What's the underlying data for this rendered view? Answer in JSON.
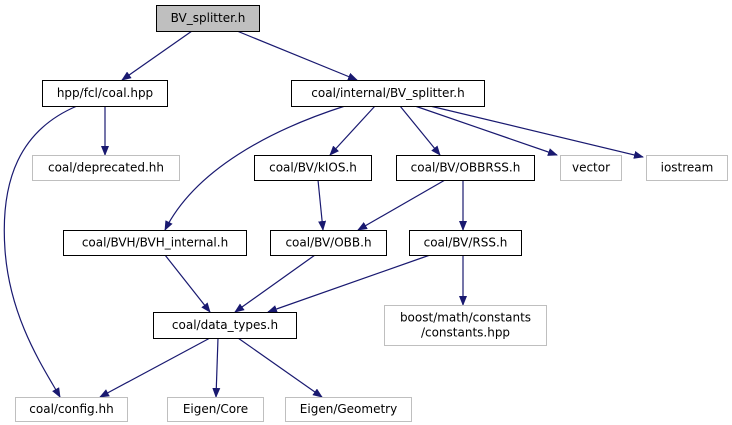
{
  "colors": {
    "edge": "#191970",
    "root_fill": "#bfbfbf",
    "node_border": "#000000",
    "external_border": "#bfbfbf"
  },
  "nodes": [
    {
      "id": "root",
      "lines": [
        "BV_splitter.h"
      ],
      "kind": "root"
    },
    {
      "id": "coal_hpp",
      "lines": [
        "hpp/fcl/coal.hpp"
      ],
      "kind": "internal"
    },
    {
      "id": "internal_bv_splitter",
      "lines": [
        "coal/internal/BV_splitter.h"
      ],
      "kind": "internal"
    },
    {
      "id": "deprecated",
      "lines": [
        "coal/deprecated.hh"
      ],
      "kind": "external"
    },
    {
      "id": "kios",
      "lines": [
        "coal/BV/kIOS.h"
      ],
      "kind": "internal"
    },
    {
      "id": "obbrss",
      "lines": [
        "coal/BV/OBBRSS.h"
      ],
      "kind": "internal"
    },
    {
      "id": "vector",
      "lines": [
        "vector"
      ],
      "kind": "external"
    },
    {
      "id": "iostream",
      "lines": [
        "iostream"
      ],
      "kind": "external"
    },
    {
      "id": "bvh_internal",
      "lines": [
        "coal/BVH/BVH_internal.h"
      ],
      "kind": "internal"
    },
    {
      "id": "obb",
      "lines": [
        "coal/BV/OBB.h"
      ],
      "kind": "internal"
    },
    {
      "id": "rss",
      "lines": [
        "coal/BV/RSS.h"
      ],
      "kind": "internal"
    },
    {
      "id": "boost_constants",
      "lines": [
        "boost/math/constants",
        "/constants.hpp"
      ],
      "kind": "external"
    },
    {
      "id": "data_types",
      "lines": [
        "coal/data_types.h"
      ],
      "kind": "internal"
    },
    {
      "id": "config",
      "lines": [
        "coal/config.hh"
      ],
      "kind": "external"
    },
    {
      "id": "eigen_core",
      "lines": [
        "Eigen/Core"
      ],
      "kind": "external"
    },
    {
      "id": "eigen_geometry",
      "lines": [
        "Eigen/Geometry"
      ],
      "kind": "external"
    }
  ],
  "edges": [
    [
      "root",
      "coal_hpp"
    ],
    [
      "root",
      "internal_bv_splitter"
    ],
    [
      "coal_hpp",
      "deprecated"
    ],
    [
      "coal_hpp",
      "config"
    ],
    [
      "internal_bv_splitter",
      "bvh_internal"
    ],
    [
      "internal_bv_splitter",
      "kios"
    ],
    [
      "internal_bv_splitter",
      "obbrss"
    ],
    [
      "internal_bv_splitter",
      "vector"
    ],
    [
      "internal_bv_splitter",
      "iostream"
    ],
    [
      "kios",
      "obb"
    ],
    [
      "obbrss",
      "obb"
    ],
    [
      "obbrss",
      "rss"
    ],
    [
      "bvh_internal",
      "data_types"
    ],
    [
      "obb",
      "data_types"
    ],
    [
      "rss",
      "data_types"
    ],
    [
      "rss",
      "boost_constants"
    ],
    [
      "data_types",
      "config"
    ],
    [
      "data_types",
      "eigen_core"
    ],
    [
      "data_types",
      "eigen_geometry"
    ]
  ]
}
